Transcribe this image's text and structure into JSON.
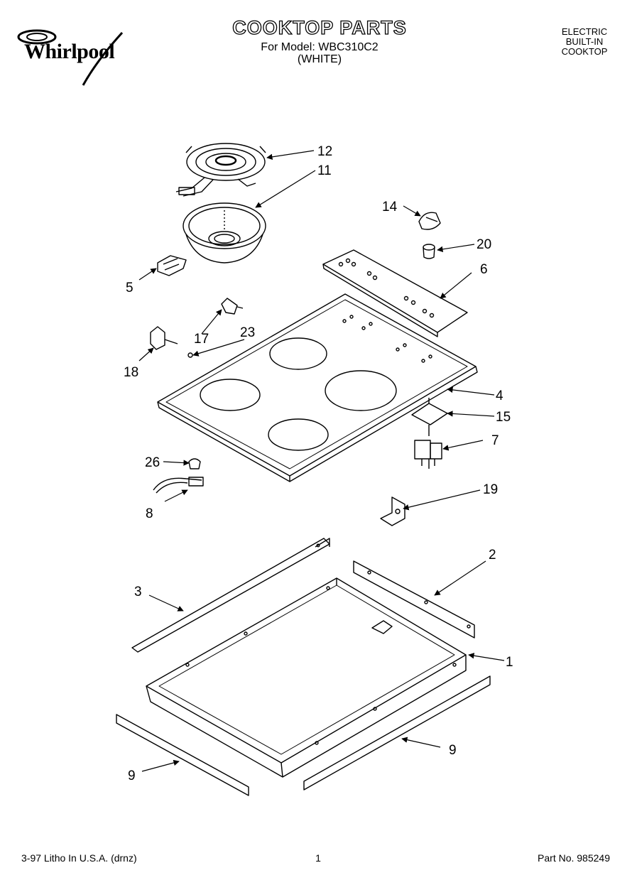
{
  "header": {
    "brand": "Whirlpool",
    "title": "COOKTOP PARTS",
    "model_line": "For Model: WBC310C2",
    "color_line": "(WHITE)",
    "appliance_lines": [
      "ELECTRIC",
      "BUILT-IN",
      "COOKTOP"
    ]
  },
  "callouts": {
    "c1": "1",
    "c2": "2",
    "c3": "3",
    "c4": "4",
    "c5": "5",
    "c6": "6",
    "c7": "7",
    "c8": "8",
    "c9a": "9",
    "c9b": "9",
    "c11": "11",
    "c12": "12",
    "c14": "14",
    "c15": "15",
    "c17": "17",
    "c18": "18",
    "c19": "19",
    "c20": "20",
    "c23": "23",
    "c26": "26"
  },
  "footer": {
    "litho": "3-97 Litho In U.S.A. (drnz)",
    "page": "1",
    "part_no": "Part No. 985249"
  }
}
